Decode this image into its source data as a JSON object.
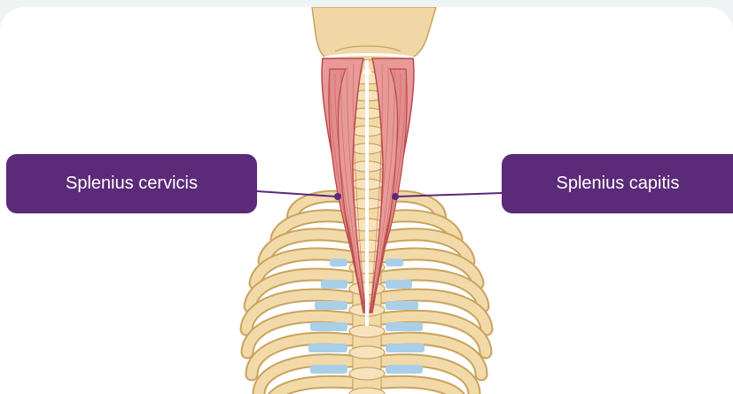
{
  "labels": {
    "left": "Splenius cervicis",
    "right": "Splenius capitis"
  },
  "colors": {
    "label_bg": "#5b2a78",
    "bone": "#f2d9a8",
    "bone_outline": "#c9a35e",
    "muscle": "#e79a98",
    "muscle_outline": "#b9484c",
    "cartilage": "#a9cfe8",
    "skull": "#f1d6a6"
  },
  "icons": {
    "illustration": "anatomy-splenius-muscles"
  }
}
